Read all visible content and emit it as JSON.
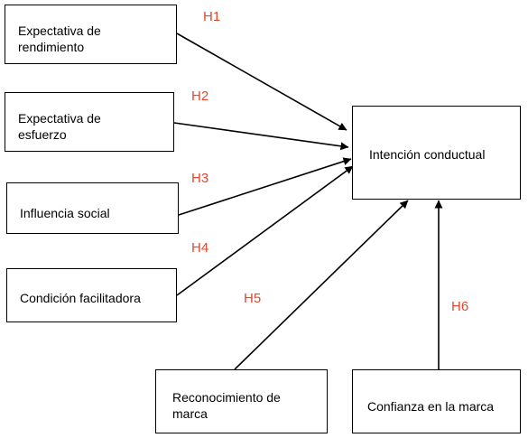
{
  "nodes": {
    "expectativa_rendimiento": {
      "line1": "Expectativa de",
      "line2": "rendimiento"
    },
    "expectativa_esfuerzo": {
      "line1": "Expectativa de",
      "line2": "esfuerzo"
    },
    "influencia_social": {
      "label": "Influencia social"
    },
    "condicion_facilitadora": {
      "label": "Condición facilitadora"
    },
    "intencion_conductual": {
      "label": "Intención conductual"
    },
    "reconocimiento_marca": {
      "line1": "Reconocimiento de",
      "line2": "marca"
    },
    "confianza_marca": {
      "label": "Confianza en la marca"
    }
  },
  "hypotheses": [
    "H1",
    "H2",
    "H3",
    "H4",
    "H5",
    "H6"
  ],
  "colors": {
    "hypothesis": "#e8452c",
    "lines": "#000000",
    "box_border": "#000000"
  }
}
